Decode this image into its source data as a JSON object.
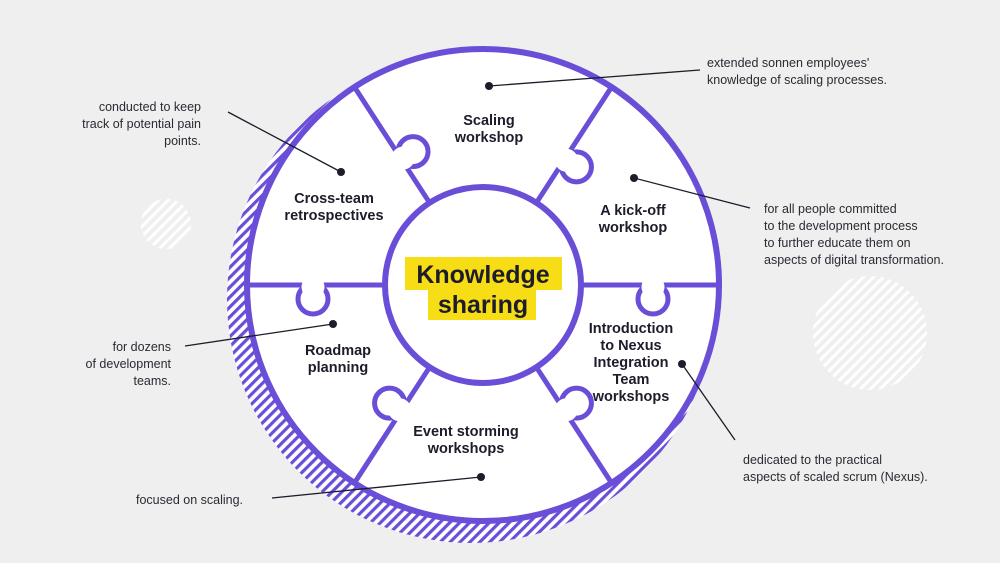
{
  "center": {
    "line1": "Knowledge",
    "line2": "sharing",
    "highlight_color": "#f7dd16"
  },
  "colors": {
    "accent": "#6a4ed8",
    "background": "#efefef",
    "segment_fill": "#ffffff",
    "text": "#1c1c2a"
  },
  "segments": [
    {
      "id": "scaling",
      "lines": [
        "Scaling",
        "workshop"
      ]
    },
    {
      "id": "kickoff",
      "lines": [
        "A kick-off",
        "workshop"
      ]
    },
    {
      "id": "nexus",
      "lines": [
        "Introduction",
        "to Nexus",
        "Integration",
        "Team",
        "workshops"
      ]
    },
    {
      "id": "event-storming",
      "lines": [
        "Event storming",
        "workshops"
      ]
    },
    {
      "id": "roadmap",
      "lines": [
        "Roadmap",
        "planning"
      ]
    },
    {
      "id": "retros",
      "lines": [
        "Cross-team",
        "retrospectives"
      ]
    }
  ],
  "annotations": {
    "scaling": [
      "extended sonnen employees'",
      "knowledge of scaling processes."
    ],
    "kickoff": [
      "for all people committed",
      "to the development process",
      "to further educate them on",
      "aspects of digital transformation."
    ],
    "nexus": [
      "dedicated to the practical",
      "aspects of scaled scrum (Nexus)."
    ],
    "event-storming": [
      "focused on scaling."
    ],
    "roadmap": [
      "for dozens",
      "of development",
      "teams."
    ],
    "retros": [
      "conducted to keep",
      "track of potential pain",
      "points."
    ]
  }
}
